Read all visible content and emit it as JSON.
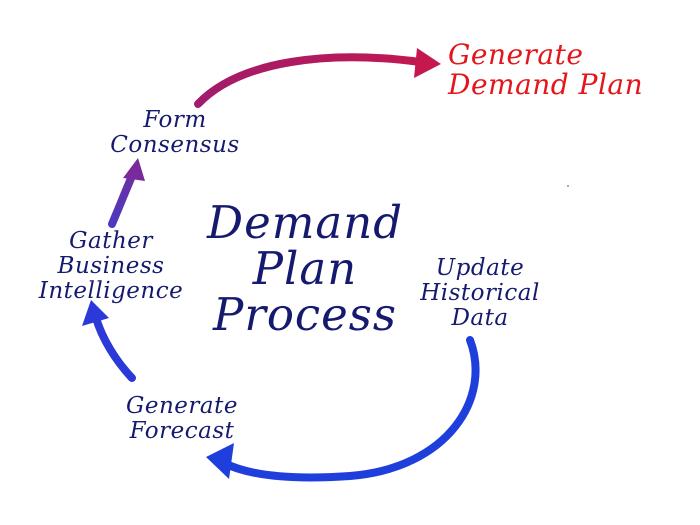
{
  "title_lines": [
    "Demand",
    "Plan",
    "Process"
  ],
  "goal": {
    "lines": [
      "Generate",
      "Demand Plan"
    ]
  },
  "steps": {
    "form_consensus": [
      "Form",
      "Consensus"
    ],
    "gather_business_intelligence": [
      "Gather",
      "Business",
      "Intelligence"
    ],
    "generate_forecast": [
      "Generate",
      "Forecast"
    ],
    "update_historical_data": [
      "Update",
      "Historical",
      "Data"
    ]
  },
  "colors": {
    "text": "#151a6e",
    "goal_text": "#e3161c",
    "arrow_blue": "#1f3fdc",
    "arrow_purple": "#6b2fa6",
    "arrow_crimson": "#c4184f"
  }
}
